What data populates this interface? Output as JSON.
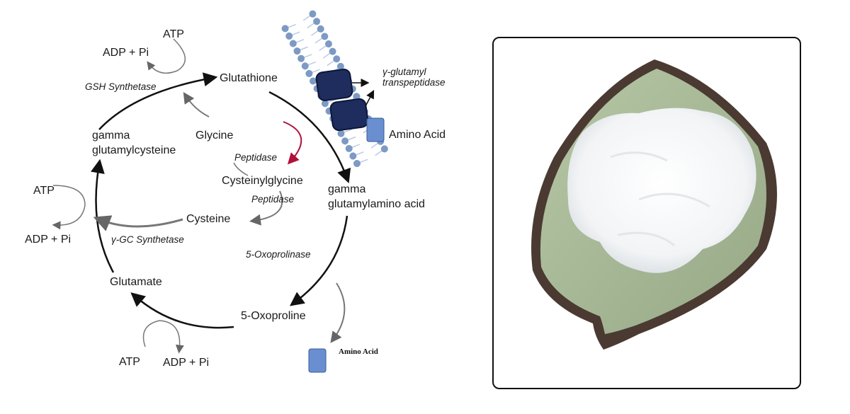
{
  "diagram": {
    "nodes": {
      "glutathione": "Glutathione",
      "gamma_glutamylcysteine_1": "gamma",
      "gamma_glutamylcysteine_2": "glutamylcysteine",
      "glycine": "Glycine",
      "cysteinylglycine": "Cysteinylglycine",
      "gamma_glutamylamino_1": "gamma",
      "gamma_glutamylamino_2": "glutamylamino acid",
      "cysteine": "Cysteine",
      "glutamate": "Glutamate",
      "oxoproline": "5-Oxoproline",
      "amino_acid_membrane": "Amino Acid",
      "amino_acid_bottom": "Amino Acid"
    },
    "enzymes": {
      "gsh_synthetase": "GSH Synthetase",
      "ggt_1": "γ-glutamyl",
      "ggt_2": "transpeptidase",
      "peptidase_1": "Peptidase",
      "peptidase_2": "Peptidase",
      "gc_synthetase": "γ-GC Synthetase",
      "oxoprolinase": "5-Oxoprolinase"
    },
    "cofactors": {
      "top_atp": "ATP",
      "top_adp": "ADP + Pi",
      "left_atp": "ATP",
      "left_adp": "ADP + Pi",
      "bottom_atp": "ATP",
      "bottom_adp": "ADP + Pi"
    },
    "colors": {
      "protein": "#1e2d5e",
      "amino_acid_box": "#6a8fd0",
      "membrane_head": "#7d9ac4",
      "peptidase_arrow": "#b0103a",
      "dish_rim": "#4a3a32",
      "dish_interior": "#a9bb98"
    }
  },
  "photo": {
    "subject": "white-powder-in-leaf-dish"
  }
}
